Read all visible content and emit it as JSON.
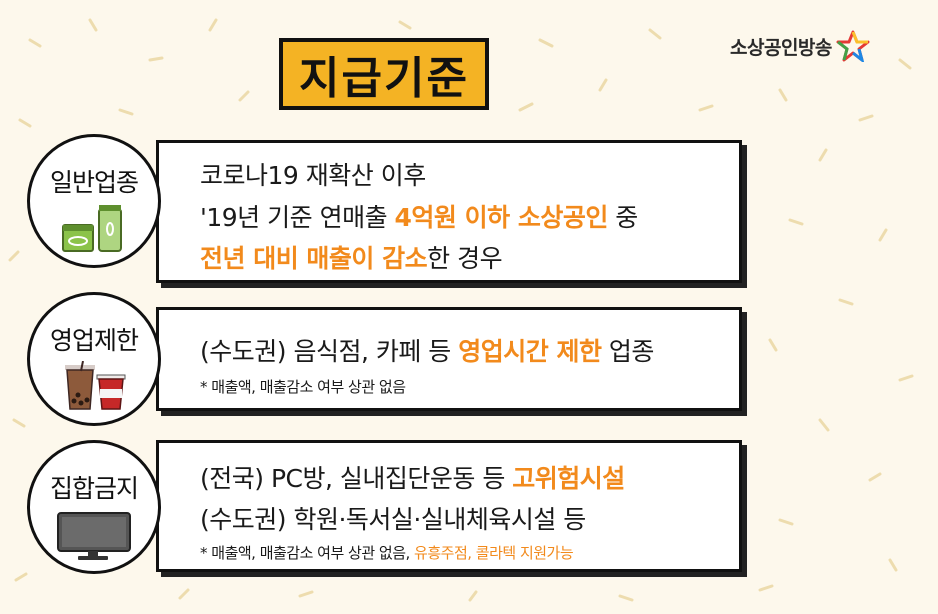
{
  "brand": {
    "name": "소상공인방송"
  },
  "title": "지급기준",
  "rows": [
    {
      "category": "일반업종",
      "icon": "cosmetics-icon",
      "line1": "코로나19 재확산 이후",
      "line2_a": "'19년 기준 연매출 ",
      "line2_hl": "4억원 이하 소상공인",
      "line2_b": " 중",
      "line3_hl": "전년 대비 매출이 감소",
      "line3_b": "한 경우"
    },
    {
      "category": "영업제한",
      "icon": "coffee-cups-icon",
      "line1_a": "(수도권) 음식점, 카페 등 ",
      "line1_hl": "영업시간 제한",
      "line1_b": " 업종",
      "note": "* 매출액, 매출감소 여부 상관 없음"
    },
    {
      "category": "집합금지",
      "icon": "monitor-icon",
      "line1_a": "(전국) PC방, 실내집단운동 등 ",
      "line1_hl": "고위험시설",
      "line2": "(수도권) 학원·독서실·실내체육시설 등",
      "note_a": "* 매출액, 매출감소 여부 상관 없음, ",
      "note_hl": "유흥주점, 콜라텍 지원가능"
    }
  ],
  "colors": {
    "accent": "#f28a1c",
    "title_bg": "#f4b324",
    "background": "#fdf8ec"
  }
}
